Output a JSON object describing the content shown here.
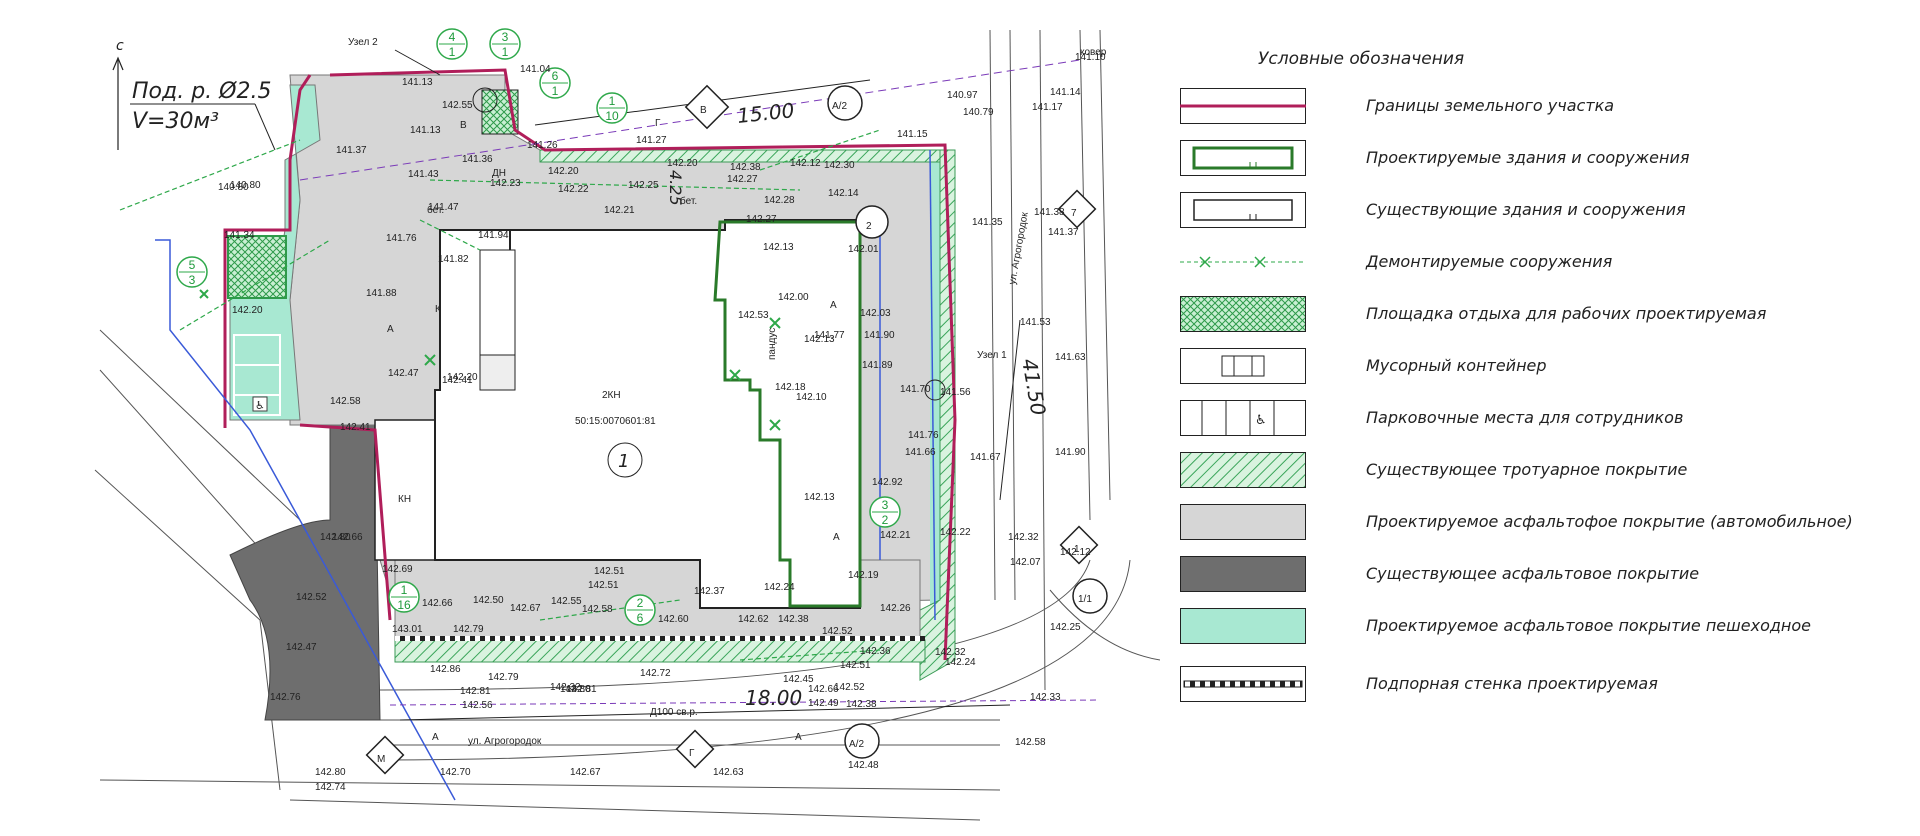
{
  "plan": {
    "north": "с",
    "tank_line1": "Под. р. Ø2.5",
    "tank_line2": "V=30м³",
    "node2": "Узел 2",
    "node1": "Узел 1",
    "building_code": "2КН",
    "cadastral": "50:15:0070601:81",
    "building_no": "1",
    "kn": "КН",
    "ramp": "пандус",
    "street_bottom": "ул. Агрогородок",
    "street_right": "ул. Агрогородок",
    "carpet": "ковер",
    "pipe": "Д100 св.р.",
    "dim_top": "15.00",
    "dim_right": "41.50",
    "dim_bottom": "18.00",
    "dim_left_box": "4.25",
    "letter_A": "А",
    "letter_K": "К",
    "letter_B": "В",
    "letter_DN": "ДН",
    "bet": "бет.",
    "axes": {
      "B": "В",
      "A2": "А/2",
      "n2": "2",
      "n7": "7",
      "n1": "1",
      "n11": "1/1",
      "M": "М",
      "G": "Г",
      "A2b": "А/2",
      "G2": "Г"
    },
    "callouts": {
      "c41": [
        "4",
        "1"
      ],
      "c31": [
        "3",
        "1"
      ],
      "c61": [
        "6",
        "1"
      ],
      "c110": [
        "1",
        "10"
      ],
      "c53": [
        "5",
        "3"
      ],
      "c116": [
        "1",
        "16"
      ],
      "c26": [
        "2",
        "6"
      ],
      "c32": [
        "3",
        "2"
      ]
    },
    "elevations": [
      "141.04",
      "141.13",
      "142.55",
      "141.13",
      "141.37",
      "141.36",
      "140.80",
      "141.43",
      "141.26",
      "141.27",
      "142.20",
      "142.23",
      "142.22",
      "142.25",
      "142.20",
      "142.38",
      "142.12",
      "142.30",
      "142.27",
      "142.14",
      "142.28",
      "142.21",
      "142.27",
      "141.47",
      "141.94",
      "141.76",
      "141.82",
      "141.34",
      "141.88",
      "142.13",
      "142.20",
      "142.47",
      "142.20",
      "142.58",
      "142.13",
      "142.00",
      "142.53",
      "141.77",
      "142.03",
      "142.01",
      "142.10",
      "142.18",
      "141.90",
      "141.89",
      "141.70",
      "141.76",
      "141.66",
      "142.13",
      "142.92",
      "142.21",
      "142.37",
      "142.24",
      "142.19",
      "142.51",
      "142.51",
      "142.66",
      "142.50",
      "142.67",
      "142.55",
      "142.58",
      "142.69",
      "142.60",
      "142.62",
      "142.38",
      "142.52",
      "142.26",
      "142.36",
      "143.01",
      "142.79",
      "142.86",
      "142.79",
      "142.72",
      "142.81",
      "142.32",
      "142.56",
      "142.80",
      "142.45",
      "142.81",
      "142.66",
      "142.49",
      "142.51",
      "142.52",
      "142.38",
      "142.80",
      "142.74",
      "142.70",
      "142.67",
      "142.63",
      "142.48",
      "142.58",
      "142.33",
      "142.25",
      "142.12",
      "142.07",
      "142.80",
      "142.66",
      "142.52",
      "142.47",
      "142.76",
      "142.22",
      "142.32",
      "142.24",
      "141.56",
      "141.67",
      "141.90",
      "141.63",
      "141.53",
      "141.38",
      "141.35",
      "141.37",
      "141.17",
      "141.14",
      "141.10",
      "140.97",
      "140.79",
      "141.15",
      "142.32",
      "142.41",
      "140.80",
      "142.41"
    ]
  },
  "legend": {
    "title": "Условные обозначения",
    "items": [
      {
        "key": "boundary",
        "label": "Границы земельного участка"
      },
      {
        "key": "proj-building",
        "label": "Проектируемые здания и сооружения"
      },
      {
        "key": "exist-building",
        "label": "Существующие здания и сооружения"
      },
      {
        "key": "demolish",
        "label": "Демонтируемые сооружения"
      },
      {
        "key": "rest-area",
        "label": "Площадка отдыха для рабочих проектируемая"
      },
      {
        "key": "bin",
        "label": "Мусорный контейнер"
      },
      {
        "key": "parking",
        "label": "Парковочные места для сотрудников"
      },
      {
        "key": "exist-sidewalk",
        "label": "Существующее тротуарное покрытие"
      },
      {
        "key": "proj-asphalt-car",
        "label": "Проектируемое асфальтофое покрытие (автомобильное)"
      },
      {
        "key": "exist-asphalt",
        "label": "Существующее асфальтовое покрытие"
      },
      {
        "key": "proj-asphalt-ped",
        "label": "Проектируемое асфальтовое покрытие пешеходное"
      },
      {
        "key": "retaining-wall",
        "label": "Подпорная стенка проектируемая"
      }
    ]
  },
  "colors": {
    "boundary": "#b01e5a",
    "proj_building": "#2a7a2a",
    "green": "#2ea84a",
    "proj_asphalt": "#d6d6d6",
    "exist_asphalt": "#6e6e6e",
    "pedestrian": "#a8e8d2",
    "sidewalk_hatch": "#5cbf72",
    "blue_line": "#3a5ad8",
    "purple_line": "#7a3ab8"
  }
}
